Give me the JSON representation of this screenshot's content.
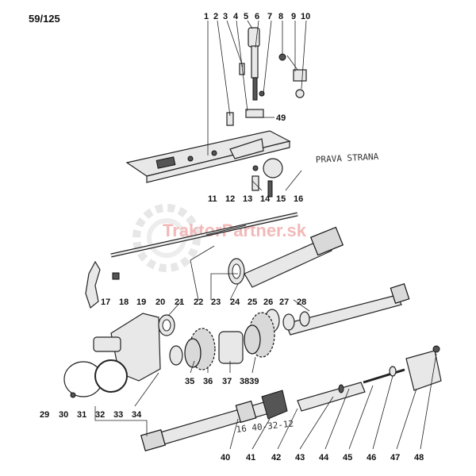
{
  "page_number": "59/125",
  "handwritten": {
    "side_note": "PRAVA STRANA",
    "part_code": "16 40-32-12"
  },
  "watermark": "TraktorPartner.sk",
  "labels": [
    {
      "id": "1",
      "text": "1"
    },
    {
      "id": "2",
      "text": "2"
    },
    {
      "id": "3",
      "text": "3"
    },
    {
      "id": "4",
      "text": "4"
    },
    {
      "id": "5",
      "text": "5"
    },
    {
      "id": "6",
      "text": "6"
    },
    {
      "id": "7",
      "text": "7"
    },
    {
      "id": "8",
      "text": "8"
    },
    {
      "id": "9",
      "text": "9"
    },
    {
      "id": "10",
      "text": "10"
    },
    {
      "id": "11",
      "text": "11"
    },
    {
      "id": "12",
      "text": "12"
    },
    {
      "id": "13",
      "text": "13"
    },
    {
      "id": "14",
      "text": "14"
    },
    {
      "id": "15",
      "text": "15"
    },
    {
      "id": "16",
      "text": "16"
    },
    {
      "id": "17",
      "text": "17"
    },
    {
      "id": "18",
      "text": "18"
    },
    {
      "id": "19",
      "text": "19"
    },
    {
      "id": "20",
      "text": "20"
    },
    {
      "id": "21",
      "text": "21"
    },
    {
      "id": "22",
      "text": "22"
    },
    {
      "id": "23",
      "text": "23"
    },
    {
      "id": "24",
      "text": "24"
    },
    {
      "id": "25",
      "text": "25"
    },
    {
      "id": "26",
      "text": "26"
    },
    {
      "id": "27",
      "text": "27"
    },
    {
      "id": "28",
      "text": "28"
    },
    {
      "id": "29",
      "text": "29"
    },
    {
      "id": "30",
      "text": "30"
    },
    {
      "id": "31",
      "text": "31"
    },
    {
      "id": "32",
      "text": "32"
    },
    {
      "id": "33",
      "text": "33"
    },
    {
      "id": "34",
      "text": "34"
    },
    {
      "id": "35",
      "text": "35"
    },
    {
      "id": "36",
      "text": "36"
    },
    {
      "id": "37",
      "text": "37"
    },
    {
      "id": "3839",
      "text": "3839"
    },
    {
      "id": "40",
      "text": "40"
    },
    {
      "id": "41",
      "text": "41"
    },
    {
      "id": "42",
      "text": "42"
    },
    {
      "id": "43",
      "text": "43"
    },
    {
      "id": "44",
      "text": "44"
    },
    {
      "id": "45",
      "text": "45"
    },
    {
      "id": "46",
      "text": "46"
    },
    {
      "id": "47",
      "text": "47"
    },
    {
      "id": "48",
      "text": "48"
    },
    {
      "id": "49",
      "text": "49"
    }
  ]
}
